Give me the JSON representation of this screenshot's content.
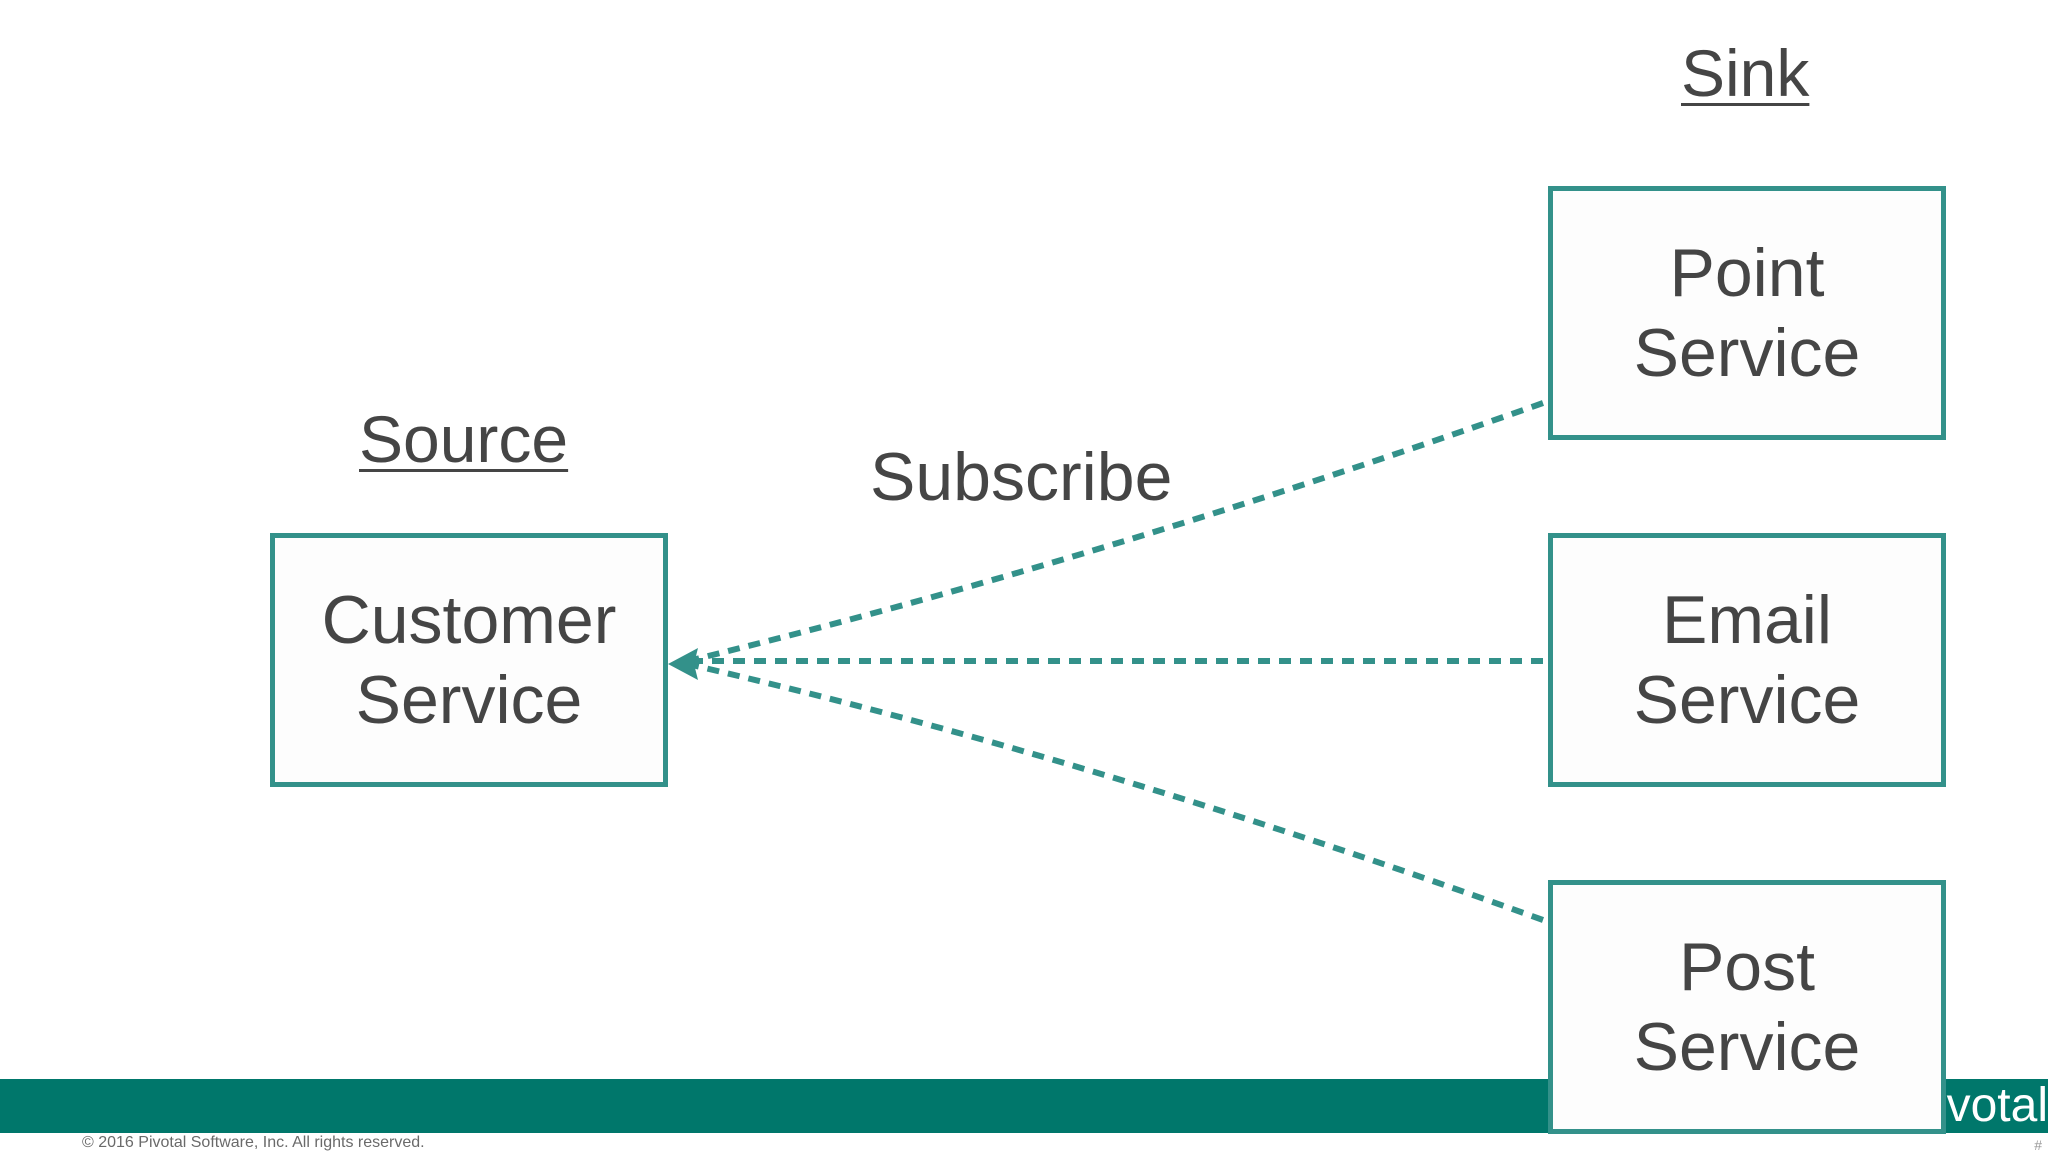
{
  "source_heading": "Source",
  "sink_heading": "Sink",
  "edge_label": "Subscribe",
  "source": {
    "line1": "Customer",
    "line2": "Service"
  },
  "sinks": [
    {
      "line1": "Point",
      "line2": "Service"
    },
    {
      "line1": "Email",
      "line2": "Service"
    },
    {
      "line1": "Post",
      "line2": "Service"
    }
  ],
  "footer": {
    "copyright": "© 2016 Pivotal Software, Inc.  All rights reserved.",
    "logo_text": "votal",
    "page_number": "#"
  },
  "colors": {
    "accent": "#33918a",
    "footer_bar": "#00776b",
    "text": "#454545"
  }
}
